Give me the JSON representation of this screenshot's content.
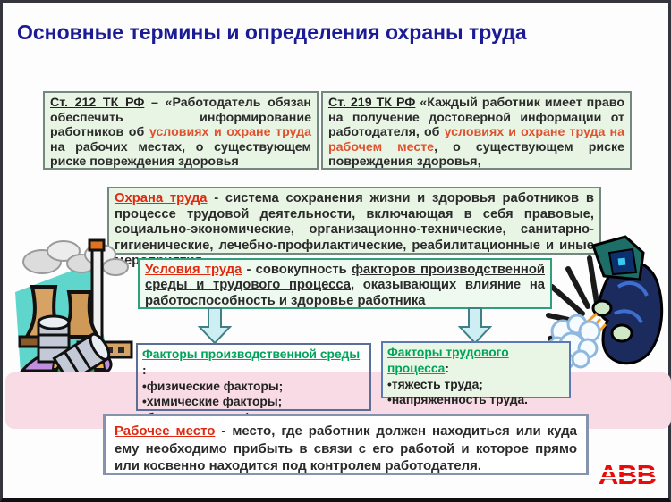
{
  "title": "Основные термины и определения охраны труда",
  "colors": {
    "title_blue": "#1b1b96",
    "accent_red": "#e02a10",
    "inline_red": "#e0512e",
    "factor_green": "#00a35a",
    "box_green_bg": "#e8f4e4",
    "pink_band": "#f8dbe4",
    "abb_red": "#ea0a0a"
  },
  "st212": {
    "lead": "Ст. 212 ТК РФ",
    "t1": " – «Работодатель обязан обеспечить информирование работников об ",
    "red": "условиях и охране труда",
    "t2": " на рабочих местах, о существующем риске повреждения здоровья"
  },
  "st219": {
    "lead": "Ст. 219 ТК РФ",
    "t1": " «Каждый работник имеет право на получение достоверной информации от работодателя, об ",
    "red": "условиях и охране труда на рабочем месте",
    "t2": ", о существующем риске повреждения здоровья,"
  },
  "okhrana": {
    "lead": "Охрана труда",
    "t1": " - система сохранения жизни и здоровья работников в процессе трудовой деятельности, включающая в себя правовые, социально-экономические, организационно-технические, санитарно-гигиенические, лечебно-профилактические, реабилитационные и иные мероприятия"
  },
  "usloviya": {
    "lead": "Условия труда",
    "t1": " - совокупность ",
    "u": "факторов производственной среды и трудового процесса",
    "t2": ", оказывающих влияние на работоспособность и здоровье работника"
  },
  "factors_env": {
    "heading": "Факторы производственной среды",
    "colon": " :",
    "items": [
      "•физические факторы;",
      "•химические факторы;",
      "•биологические факторы."
    ]
  },
  "factors_proc": {
    "heading": "Факторы трудового процесса",
    "colon": ":",
    "items": [
      "•тяжесть труда;",
      "•напряженность труда."
    ]
  },
  "rabochee": {
    "lead": "Рабочее место",
    "t1": " - место, где работник должен находиться или куда ему необходимо прибыть в связи с его работой и которое прямо или косвенно находится под контролем работодателя."
  },
  "logo": {
    "text": "ABB"
  },
  "illustrations": {
    "left": "factory-pollution-clipart",
    "right": "welder-clipart",
    "arrow": "down-arrow-icon"
  }
}
